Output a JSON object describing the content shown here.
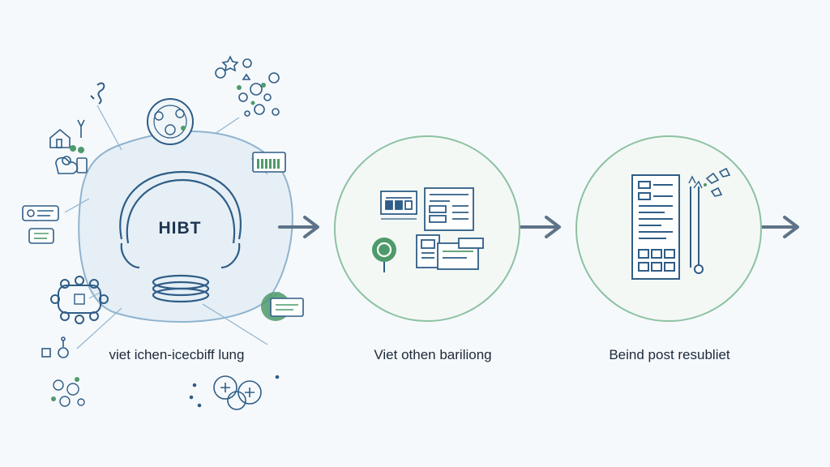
{
  "stages": [
    {
      "id": "hub",
      "label": "HIBT",
      "caption": "viet ichen-icecbiff lung"
    },
    {
      "id": "middle",
      "caption": "Viet othen bariliong"
    },
    {
      "id": "right",
      "caption": "Beind post resubliet"
    }
  ],
  "colors": {
    "outline": "#2f5d87",
    "accent": "#4f9a6b",
    "hub_fill": "#e6eff6",
    "circle_fill": "#f3f8f5",
    "arrow": "#5e7388"
  }
}
